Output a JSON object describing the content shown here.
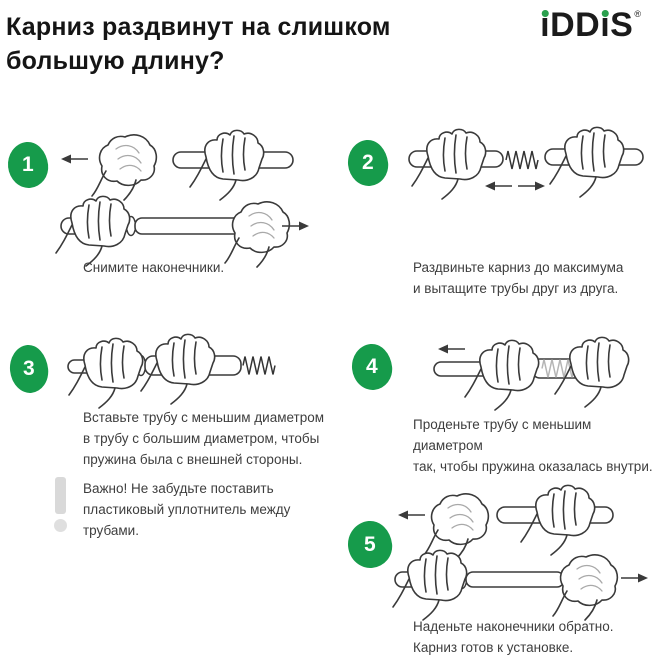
{
  "header": {
    "title": "Карниз раздвинут на слишком\nбольшую длину?",
    "brand": {
      "name": "IDDIS",
      "display": "iDDiS",
      "registered_mark": "®"
    }
  },
  "colors": {
    "step_circle_green": "#169b4b",
    "brand_dot_green": "#2aa04d",
    "caption_text": "#3e3e3e",
    "line_art": "#3a3a3a",
    "warning_icon_gray": "#d9d9d9"
  },
  "steps": [
    {
      "number": "1",
      "caption": "Снимите наконечники."
    },
    {
      "number": "2",
      "caption": "Раздвиньте карниз до максимума\nи вытащите трубы друг из друга."
    },
    {
      "number": "3",
      "caption": "Вставьте трубу с меньшим диаметром\nв трубу с большим диаметром, чтобы\nпружина была с внешней стороны."
    },
    {
      "number": "4",
      "caption": "Проденьте трубу с меньшим диаметром\nтак, чтобы пружина оказалась внутри."
    },
    {
      "number": "5",
      "caption": "Наденьте наконечники обратно.\nКарниз готов к установке."
    }
  ],
  "warning": {
    "text": "Важно! Не забудьте поставить\nпластиковый уплотнитель между\nтрубами."
  }
}
